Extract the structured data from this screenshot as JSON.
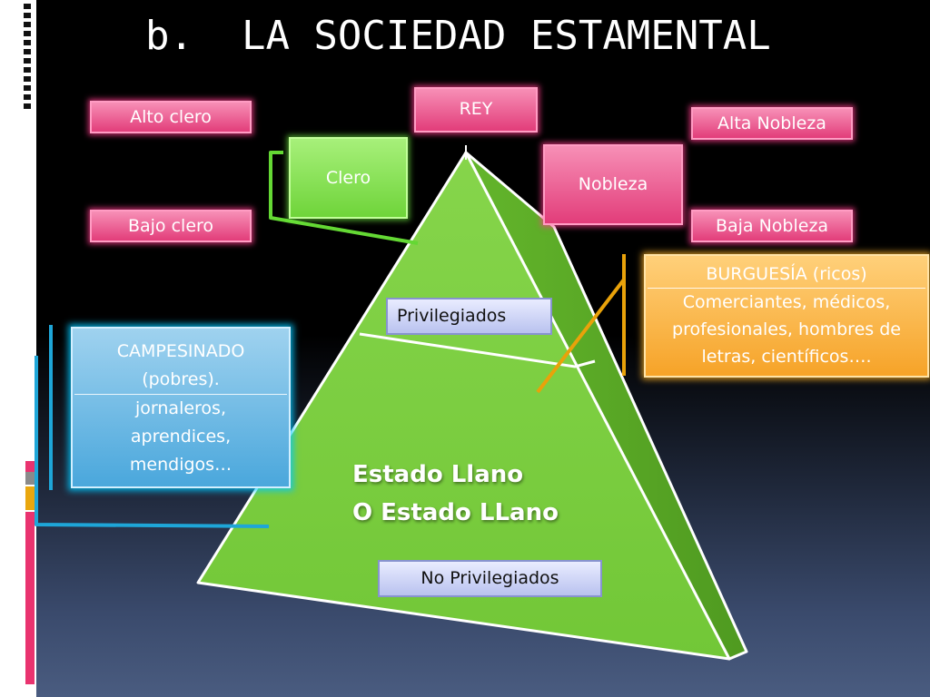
{
  "title": "b.  LA SOCIEDAD ESTAMENTAL",
  "colors": {
    "pink": "#e23d7a",
    "green": "#6fd43a",
    "blue": "#4aa7dc",
    "orange": "#f6a328",
    "pyramid": "#7ccd3f"
  },
  "boxes": {
    "rey": "REY",
    "clero": "Clero",
    "alto_clero": "Alto clero",
    "bajo_clero": "Bajo clero",
    "nobleza": "Nobleza",
    "alta_nobleza": "Alta Nobleza",
    "baja_nobleza": "Baja Nobleza",
    "privilegiados": "Privilegiados",
    "no_privilegiados": "No Privilegiados"
  },
  "campesinado": {
    "title": "CAMPESINADO",
    "lines": [
      "(pobres).",
      "jornaleros,",
      "aprendices,",
      "mendigos…"
    ]
  },
  "burguesia": {
    "title": "BURGUESÍA (ricos)",
    "lines": [
      "Comerciantes, médicos,",
      "profesionales, hombres de",
      "letras, científicos…."
    ]
  },
  "estado_llano": {
    "line1": "Estado Llano",
    "line2": "O Estado LLano"
  }
}
